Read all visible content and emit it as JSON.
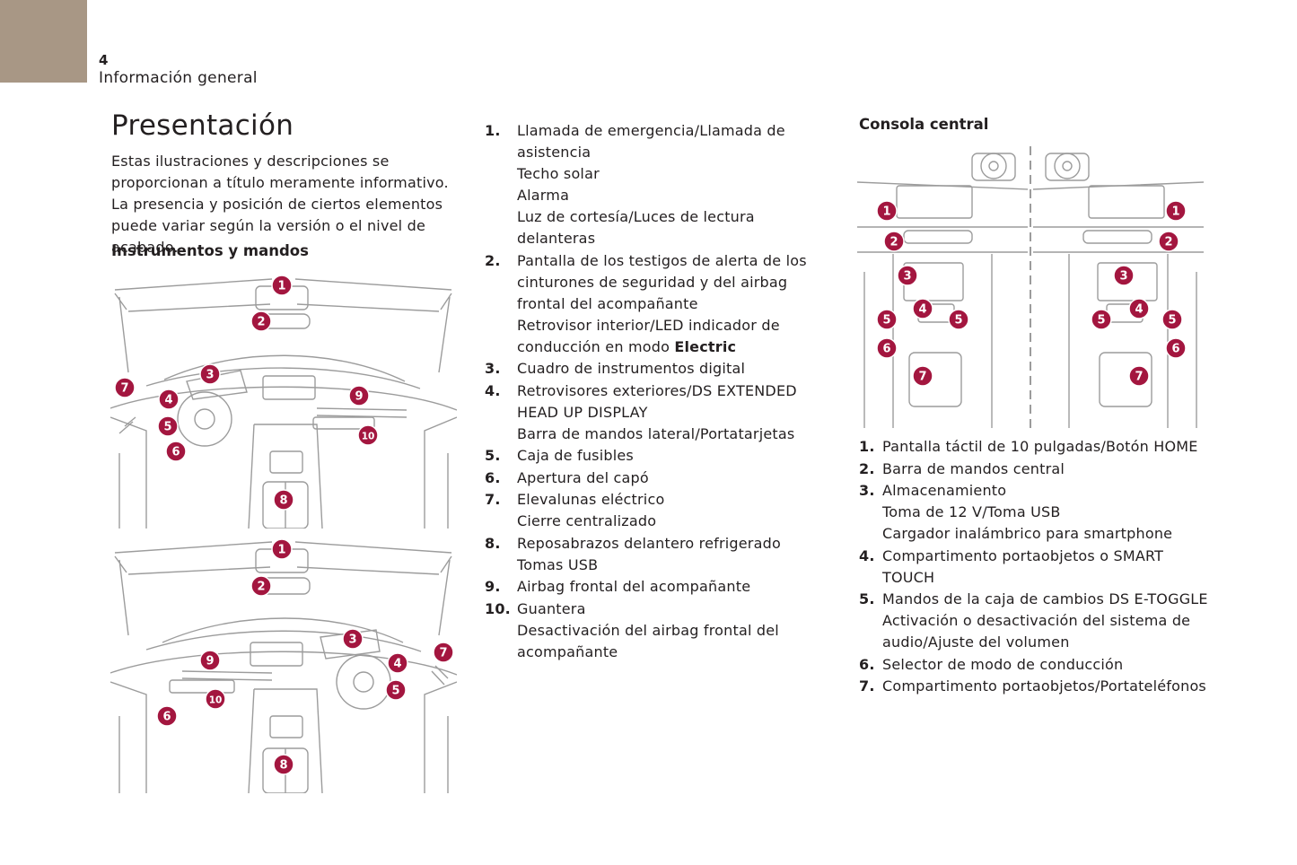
{
  "header": {
    "page_number": "4",
    "section": "Información general"
  },
  "title": "Presentación",
  "intro": "Estas ilustraciones y descripciones se proporcionan a título meramente informativo. La presencia y posición de ciertos elementos puede variar según la versión o el nivel de acabado.",
  "instruments": {
    "heading": "Instrumentos y mandos",
    "items": [
      {
        "num": "1.",
        "lines": [
          "Llamada de emergencia/Llamada de asistencia",
          "Techo solar",
          "Alarma",
          "Luz de cortesía/Luces de lectura delanteras"
        ]
      },
      {
        "num": "2.",
        "lines": [
          "Pantalla de los testigos de alerta de los cinturones de seguridad y del airbag frontal del acompañante",
          "Retrovisor interior/LED indicador de conducción en modo "
        ],
        "bold_tail": "Electric"
      },
      {
        "num": "3.",
        "lines": [
          "Cuadro de instrumentos digital"
        ]
      },
      {
        "num": "4.",
        "lines": [
          "Retrovisores exteriores/DS EXTENDED HEAD UP DISPLAY",
          "Barra de mandos lateral/Portatarjetas"
        ]
      },
      {
        "num": "5.",
        "lines": [
          "Caja de fusibles"
        ]
      },
      {
        "num": "6.",
        "lines": [
          "Apertura del capó"
        ]
      },
      {
        "num": "7.",
        "lines": [
          "Elevalunas eléctrico",
          "Cierre centralizado"
        ]
      },
      {
        "num": "8.",
        "lines": [
          "Reposabrazos delantero refrigerado",
          "Tomas USB"
        ]
      },
      {
        "num": "9.",
        "lines": [
          "Airbag frontal del acompañante"
        ]
      },
      {
        "num": "10.",
        "lines": [
          "Guantera",
          "Desactivación del airbag frontal del acompañante"
        ]
      }
    ]
  },
  "console": {
    "heading": "Consola central",
    "items": [
      {
        "num": "1.",
        "lines": [
          "Pantalla táctil de 10 pulgadas/Botón HOME"
        ]
      },
      {
        "num": "2.",
        "lines": [
          "Barra de mandos central"
        ]
      },
      {
        "num": "3.",
        "lines": [
          "Almacenamiento",
          "Toma de 12 V/Toma USB",
          "Cargador inalámbrico para smartphone"
        ]
      },
      {
        "num": "4.",
        "lines": [
          "Compartimento portaobjetos o SMART TOUCH"
        ]
      },
      {
        "num": "5.",
        "lines": [
          "Mandos de la caja de cambios DS E-TOGGLE",
          "Activación o desactivación del sistema de audio/Ajuste del volumen"
        ]
      },
      {
        "num": "6.",
        "lines": [
          "Selector de modo de conducción"
        ]
      },
      {
        "num": "7.",
        "lines": [
          "Compartimento portaobjetos/Portateléfonos"
        ]
      }
    ]
  },
  "colors": {
    "corner_block": "#a89785",
    "marker": "#a3163f",
    "line_art": "#9a9a9a"
  }
}
